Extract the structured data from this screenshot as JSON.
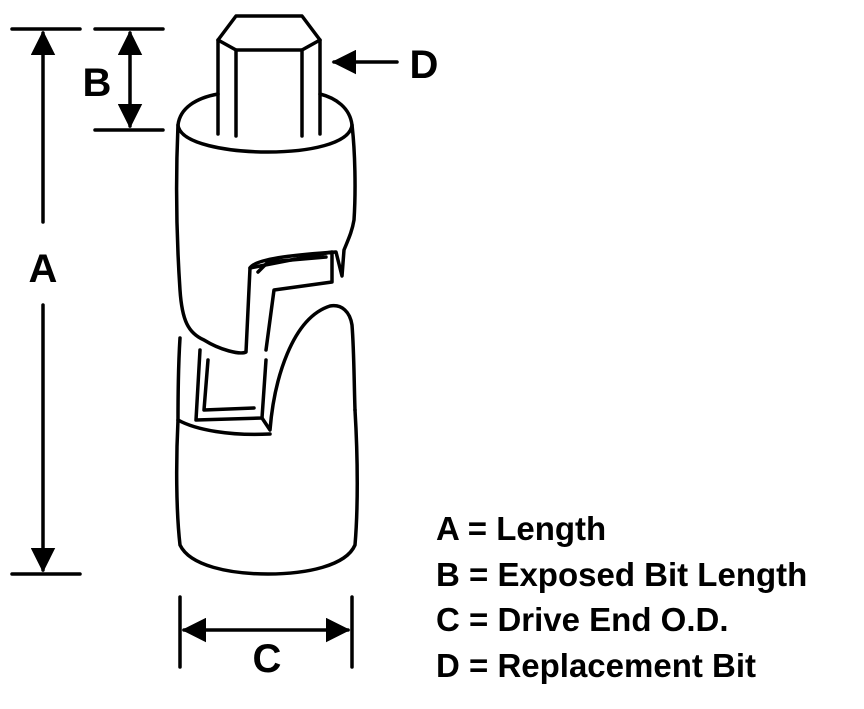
{
  "labels": {
    "a": "A",
    "b": "B",
    "c": "C",
    "d": "D"
  },
  "legend": [
    "A = Length",
    "B = Exposed Bit Length",
    "C = Drive End O.D.",
    "D = Replacement Bit"
  ],
  "colors": {
    "ink": "#000000",
    "background": "#ffffff"
  }
}
